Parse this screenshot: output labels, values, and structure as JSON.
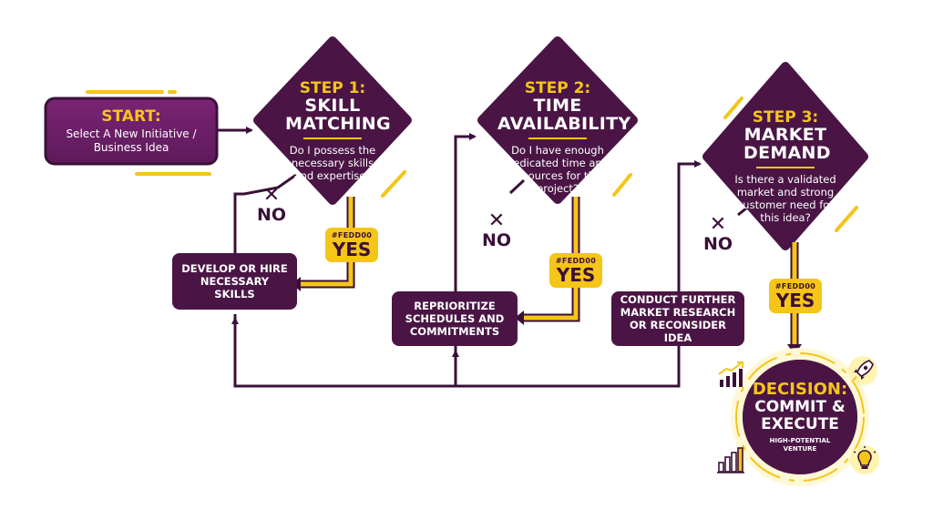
{
  "start": {
    "label": "START:",
    "text": "Select A New Initiative / Business Idea"
  },
  "steps": [
    {
      "label": "STEP 1:",
      "title": "SKILL MATCHING",
      "question": "Do I possess the necessary skills and expertise?",
      "tag": "#FEDD00",
      "yes": "YES",
      "no": "NO",
      "alt": "DEVELOP OR HIRE NECESSARY SKILLS"
    },
    {
      "label": "STEP 2:",
      "title": "TIME AVAILABILITY",
      "question": "Do I have enough dedicated time and resources for this project?",
      "tag": "#FEDD00",
      "yes": "YES",
      "no": "NO",
      "alt": "REPRIORITIZE SCHEDULES AND COMMITMENTS"
    },
    {
      "label": "STEP 3:",
      "title": "MARKET DEMAND",
      "question": "Is there a validated market and strong customer need for this idea?",
      "tag": "#FEDD00",
      "yes": "YES",
      "no": "NO",
      "alt": "CONDUCT FURTHER MARKET RESEARCH OR RECONSIDER IDEA"
    }
  ],
  "decision": {
    "label": "DECISION:",
    "line1": "COMMIT &",
    "line2": "EXECUTE",
    "sub": "HIGH-POTENTIAL VENTURE"
  },
  "icons": [
    "chart-up-icon",
    "rocket-icon",
    "bar-chart-icon",
    "lightbulb-icon"
  ],
  "colors": {
    "primary": "#4a1545",
    "accent": "#f5c518",
    "start_fill": "#6e1f6a",
    "dark": "#3a1038"
  }
}
